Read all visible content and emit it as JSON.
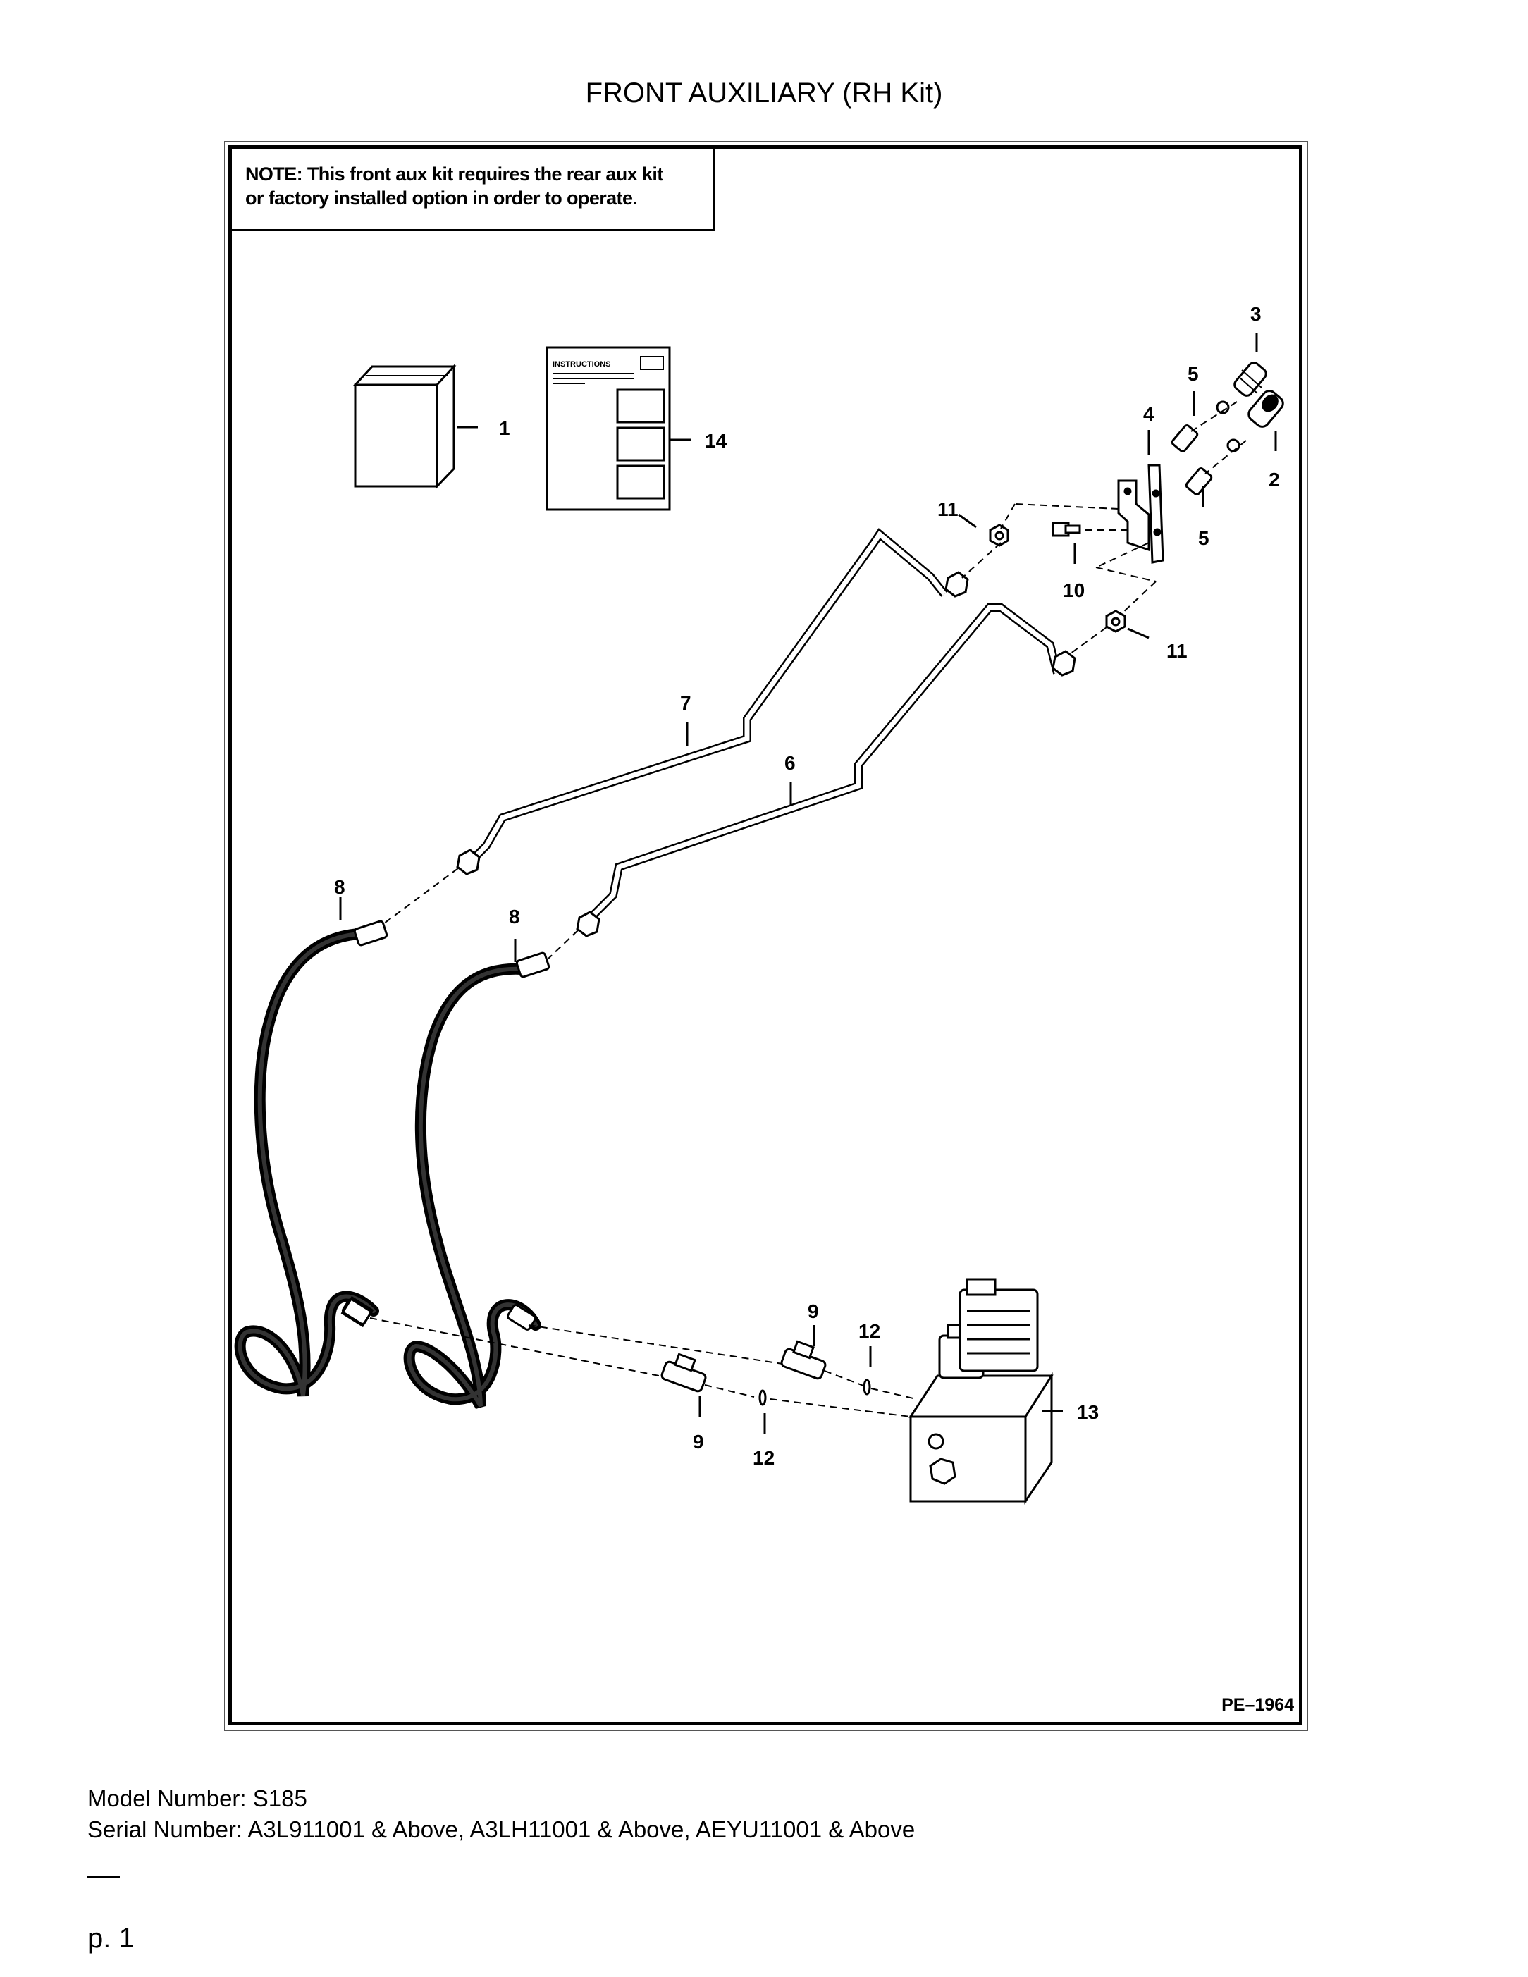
{
  "title": "FRONT AUXILIARY (RH Kit)",
  "note": {
    "lead": "NOTE:",
    "line1": "This front aux kit requires the rear aux kit",
    "line2": "or factory installed option in order to operate."
  },
  "diagram": {
    "instruction_sheet_heading": "INSTRUCTIONS",
    "drawing_code": "PE–1964",
    "callouts": [
      "1",
      "14",
      "3",
      "5",
      "4",
      "2",
      "5",
      "11",
      "10",
      "11",
      "7",
      "6",
      "8",
      "8",
      "9",
      "12",
      "13",
      "9",
      "12"
    ]
  },
  "footer": {
    "model_line": "Model Number: S185",
    "serial_line": "Serial Number: A3L911001 & Above, A3LH11001 & Above, AEYU11001 & Above"
  },
  "page_label": "p. 1"
}
